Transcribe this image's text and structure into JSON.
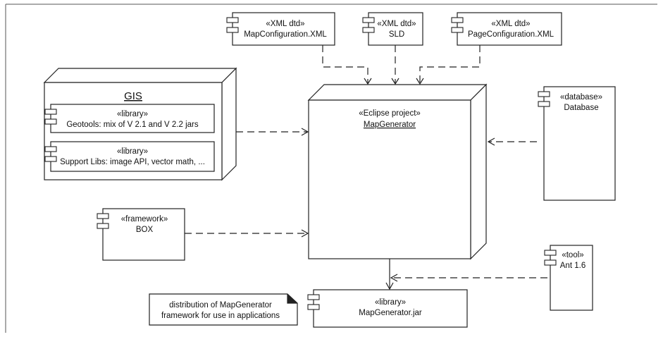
{
  "components": {
    "map_configuration": {
      "stereotype": "«XML dtd»",
      "name": "MapConfiguration.XML"
    },
    "sld": {
      "stereotype": "«XML dtd»",
      "name": "SLD"
    },
    "page_configuration": {
      "stereotype": "«XML dtd»",
      "name": "PageConfiguration.XML"
    },
    "database": {
      "stereotype": "«database»",
      "name": "Database"
    },
    "box_framework": {
      "stereotype": "«framework»",
      "name": "BOX"
    },
    "ant_tool": {
      "stereotype": "«tool»",
      "name": "Ant 1.6"
    },
    "mapgenerator_jar": {
      "stereotype": "«library»",
      "name": "MapGenerator.jar"
    }
  },
  "gis_node": {
    "title": "GIS",
    "geotools": {
      "stereotype": "«library»",
      "name": "Geotools: mix of V 2.1 and V 2.2 jars"
    },
    "support_libs": {
      "stereotype": "«library»",
      "name": "Support Libs: image API, vector math, ..."
    }
  },
  "eclipse_node": {
    "stereotype": "«Eclipse project»",
    "name": "MapGenerator"
  },
  "note": {
    "line1": "distribution of MapGenerator",
    "line2": "framework for use in applications"
  }
}
